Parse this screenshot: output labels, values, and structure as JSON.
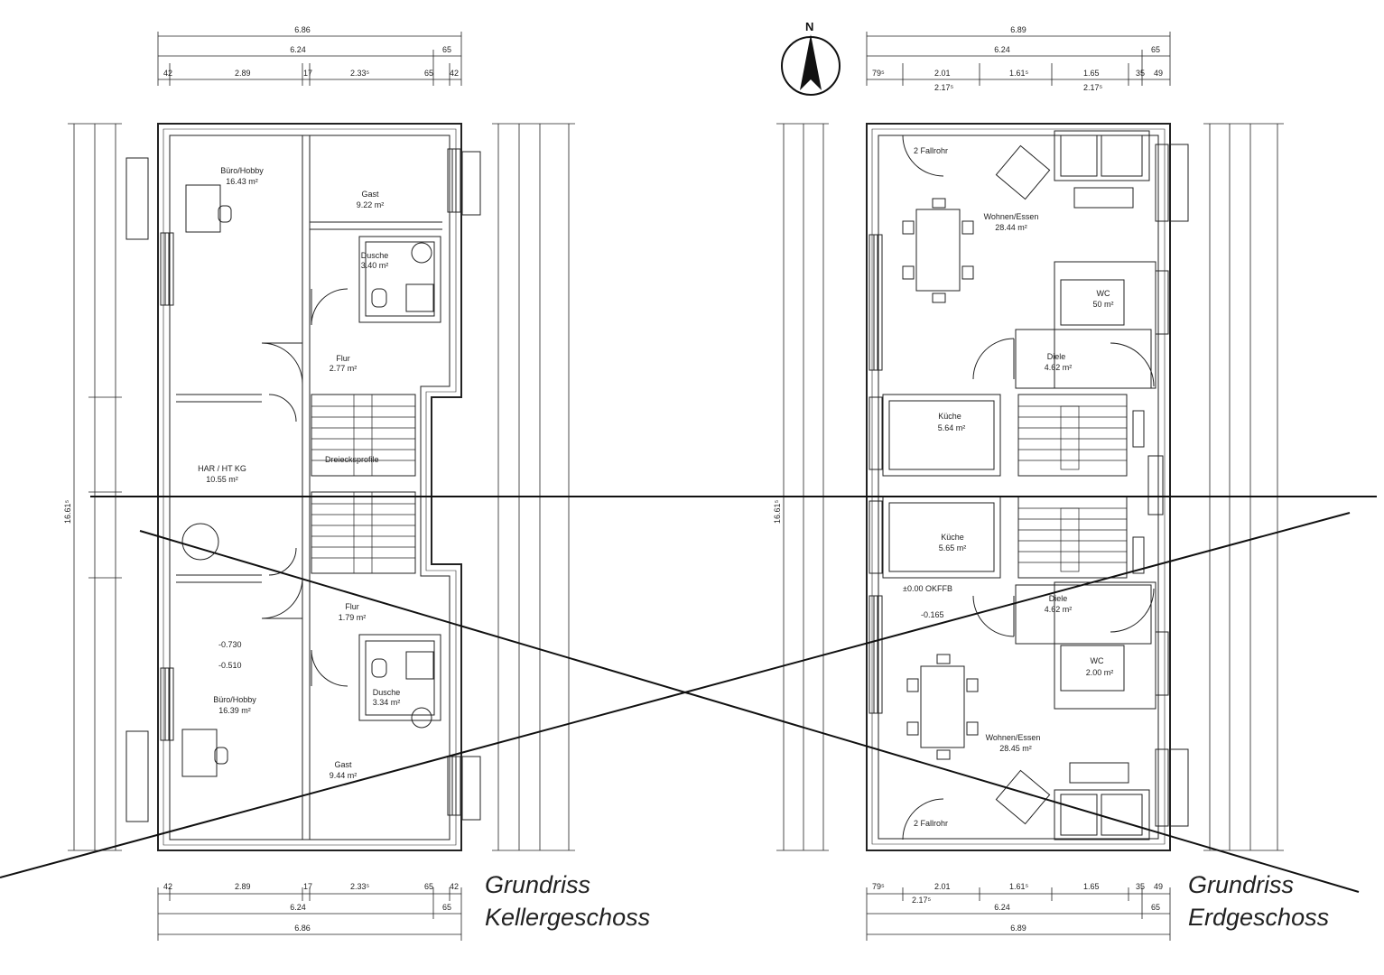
{
  "compass": {
    "label": "N"
  },
  "captions": {
    "basement": {
      "line1": "Grundriss",
      "line2": "Kellergeschoss"
    },
    "ground": {
      "line1": "Grundriss",
      "line2": "Erdgeschoss"
    }
  },
  "dimensions": {
    "top_left": {
      "overall": "6.86",
      "mid": "6.24",
      "mid_end": "65",
      "bottom": [
        "42",
        "2.89",
        "17",
        "2.33⁵",
        "65",
        "42"
      ]
    },
    "top_right": {
      "overall": "6.89",
      "mid": "6.24",
      "mid_end": "65",
      "bottom": [
        "79⁵",
        "2.01",
        "1.61⁵",
        "1.65",
        "35",
        "49"
      ],
      "sub": [
        "2.17⁵",
        "2.17⁵"
      ]
    },
    "bottom_left": {
      "overall": "6.86",
      "mid": "6.24",
      "mid_end": "65",
      "top": [
        "42",
        "2.89",
        "17",
        "2.33⁵",
        "65",
        "42"
      ]
    },
    "bottom_right": {
      "overall": "6.89",
      "mid": "6.24",
      "mid_end": "65",
      "top": [
        "79⁵",
        "2.01",
        "1.61⁵",
        "1.65",
        "35",
        "49"
      ],
      "sub": [
        "2.17⁵"
      ]
    },
    "left_total": "16.61⁵",
    "right_total": "16.61⁵"
  },
  "rooms": {
    "basement": [
      {
        "name": "Büro/Hobby",
        "area": "16.43 m²"
      },
      {
        "name": "Gast",
        "area": "9.22 m²"
      },
      {
        "name": "Dusche",
        "area": "3.40 m²"
      },
      {
        "name": "Flur",
        "area": "2.77 m²"
      },
      {
        "name": "HAR / HT KG",
        "area": "10.55 m²"
      },
      {
        "name": "Büro/Hobby",
        "area": "16.39 m²"
      },
      {
        "name": "Dusche",
        "area": "3.34 m²"
      },
      {
        "name": "Gast",
        "area": "9.44 m²"
      },
      {
        "name": "Flur",
        "area": "1.79 m²"
      }
    ],
    "ground": [
      {
        "name": "Wohnen/Essen",
        "area": "28.44 m²"
      },
      {
        "name": "WC",
        "area": "50 m²"
      },
      {
        "name": "Diele",
        "area": "4.62 m²"
      },
      {
        "name": "Küche",
        "area": "5.64 m²"
      },
      {
        "name": "Küche",
        "area": "5.65 m²"
      },
      {
        "name": "Diele",
        "area": "4.62 m²"
      },
      {
        "name": "WC",
        "area": "2.00 m²"
      },
      {
        "name": "Wohnen/Essen",
        "area": "28.45 m²"
      }
    ]
  },
  "levels": {
    "floor": "±0.00 OKFFB",
    "a": "-0.165",
    "b": "-0.730",
    "c": "-0.510"
  },
  "notes": {
    "fallrohr": "2 Fallrohr",
    "treppe": "Dreiecksprofile"
  }
}
